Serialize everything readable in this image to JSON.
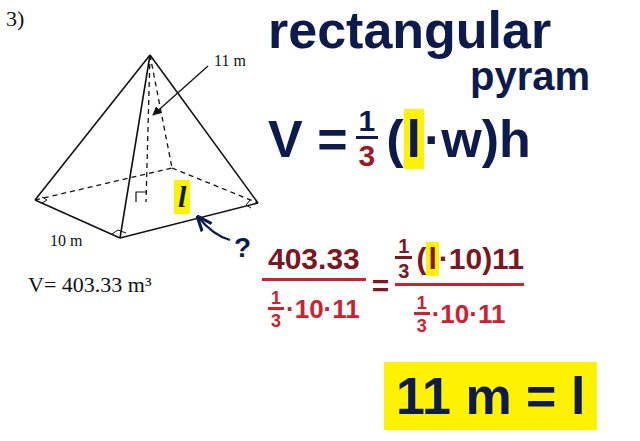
{
  "diagram": {
    "labels": [
      "3)",
      "11 m",
      "rectangular",
      "pyram",
      "V =",
      "1",
      "3",
      "(",
      "l",
      "·w)h",
      "l",
      "?",
      "403.33",
      "=",
      "1",
      "3",
      "(",
      "l",
      "·10)11",
      "10 m",
      "V= 403.33 m³",
      "1",
      "3",
      "·10·11",
      "1",
      "3",
      "·10·11",
      "11 m = l"
    ]
  }
}
